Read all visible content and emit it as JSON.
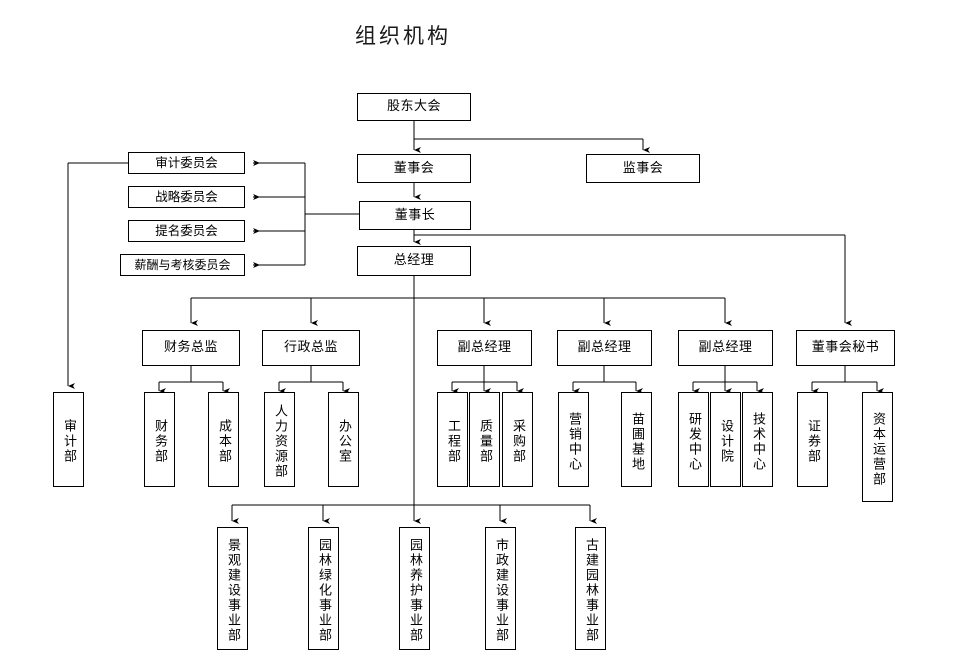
{
  "title": "组织机构",
  "diagram": {
    "type": "org-chart",
    "orientation": "top-down",
    "line_color": "#000000",
    "box_fill": "#ffffff",
    "box_border": "#000000"
  },
  "nodes": {
    "shareholders_meeting": {
      "label": "股东大会",
      "level": 0
    },
    "board_of_directors": {
      "label": "董事会",
      "level": 1
    },
    "board_of_supervisors": {
      "label": "监事会",
      "level": 1
    },
    "chairman": {
      "label": "董事长",
      "level": 2
    },
    "general_manager": {
      "label": "总经理",
      "level": 3
    },
    "audit_committee": {
      "label": "审计委员会",
      "level": 2
    },
    "strategy_committee": {
      "label": "战略委员会",
      "level": 2
    },
    "nomination_committee": {
      "label": "提名委员会",
      "level": 2
    },
    "compensation_committee": {
      "label": "薪酬与考核委员会",
      "level": 2
    },
    "cfo": {
      "label": "财务总监",
      "level": 4
    },
    "admin_director": {
      "label": "行政总监",
      "level": 4
    },
    "deputy_gm_1": {
      "label": "副总经理",
      "level": 4
    },
    "deputy_gm_2": {
      "label": "副总经理",
      "level": 4
    },
    "deputy_gm_3": {
      "label": "副总经理",
      "level": 4
    },
    "board_secretary": {
      "label": "董事会秘书",
      "level": 4
    },
    "audit_dept": {
      "label": "审计部",
      "level": 5
    },
    "finance_dept": {
      "label": "财务部",
      "level": 5
    },
    "cost_dept": {
      "label": "成本部",
      "level": 5
    },
    "hr_dept": {
      "label": "人力资源部",
      "level": 5
    },
    "office": {
      "label": "办公室",
      "level": 5
    },
    "engineering_dept": {
      "label": "工程部",
      "level": 5
    },
    "quality_dept": {
      "label": "质量部",
      "level": 5
    },
    "procurement_dept": {
      "label": "采购部",
      "level": 5
    },
    "marketing_center": {
      "label": "营销中心",
      "level": 5
    },
    "nursery_base": {
      "label": "苗圃基地",
      "level": 5
    },
    "rd_center": {
      "label": "研发中心",
      "level": 5
    },
    "design_institute": {
      "label": "设计院",
      "level": 5
    },
    "tech_center": {
      "label": "技术中心",
      "level": 5
    },
    "securities_dept": {
      "label": "证券部",
      "level": 5
    },
    "capital_ops_dept": {
      "label": "资本运营部",
      "level": 5
    },
    "landscape_construction_div": {
      "label": "景观建设事业部",
      "level": 6
    },
    "garden_greening_div": {
      "label": "园林绿化事业部",
      "level": 6
    },
    "garden_maintenance_div": {
      "label": "园林养护事业部",
      "level": 6
    },
    "municipal_construction_div": {
      "label": "市政建设事业部",
      "level": 6
    },
    "ancient_garden_div": {
      "label": "古建园林事业部",
      "level": 6
    }
  },
  "edges": [
    {
      "from": "shareholders_meeting",
      "to": "board_of_directors"
    },
    {
      "from": "shareholders_meeting",
      "to": "board_of_supervisors"
    },
    {
      "from": "board_of_directors",
      "to": "chairman"
    },
    {
      "from": "chairman",
      "to": "general_manager"
    },
    {
      "from": "chairman",
      "to": "audit_committee"
    },
    {
      "from": "chairman",
      "to": "strategy_committee"
    },
    {
      "from": "chairman",
      "to": "nomination_committee"
    },
    {
      "from": "chairman",
      "to": "compensation_committee"
    },
    {
      "from": "chairman",
      "to": "board_secretary"
    },
    {
      "from": "audit_committee",
      "to": "audit_dept"
    },
    {
      "from": "general_manager",
      "to": "cfo"
    },
    {
      "from": "general_manager",
      "to": "admin_director"
    },
    {
      "from": "general_manager",
      "to": "deputy_gm_1"
    },
    {
      "from": "general_manager",
      "to": "deputy_gm_2"
    },
    {
      "from": "general_manager",
      "to": "deputy_gm_3"
    },
    {
      "from": "cfo",
      "to": "finance_dept"
    },
    {
      "from": "cfo",
      "to": "cost_dept"
    },
    {
      "from": "admin_director",
      "to": "hr_dept"
    },
    {
      "from": "admin_director",
      "to": "office"
    },
    {
      "from": "deputy_gm_1",
      "to": "engineering_dept"
    },
    {
      "from": "deputy_gm_1",
      "to": "quality_dept"
    },
    {
      "from": "deputy_gm_1",
      "to": "procurement_dept"
    },
    {
      "from": "deputy_gm_2",
      "to": "marketing_center"
    },
    {
      "from": "deputy_gm_2",
      "to": "nursery_base"
    },
    {
      "from": "deputy_gm_3",
      "to": "rd_center"
    },
    {
      "from": "deputy_gm_3",
      "to": "design_institute"
    },
    {
      "from": "deputy_gm_3",
      "to": "tech_center"
    },
    {
      "from": "board_secretary",
      "to": "securities_dept"
    },
    {
      "from": "board_secretary",
      "to": "capital_ops_dept"
    },
    {
      "from": "general_manager",
      "to": "landscape_construction_div"
    },
    {
      "from": "general_manager",
      "to": "garden_greening_div"
    },
    {
      "from": "general_manager",
      "to": "garden_maintenance_div"
    },
    {
      "from": "general_manager",
      "to": "municipal_construction_div"
    },
    {
      "from": "general_manager",
      "to": "ancient_garden_div"
    }
  ]
}
